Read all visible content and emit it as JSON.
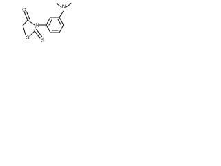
{
  "molecule": {
    "atoms": {
      "dimethylamino_nitrogen": "N",
      "carbonyl_oxygen": "O",
      "ring_nitrogen": "N",
      "ring_sulfur": "S",
      "thioxo_sulfur": "S"
    }
  },
  "colors": {
    "bond": "#111111",
    "label": "#111111",
    "background": "#ffffff"
  }
}
